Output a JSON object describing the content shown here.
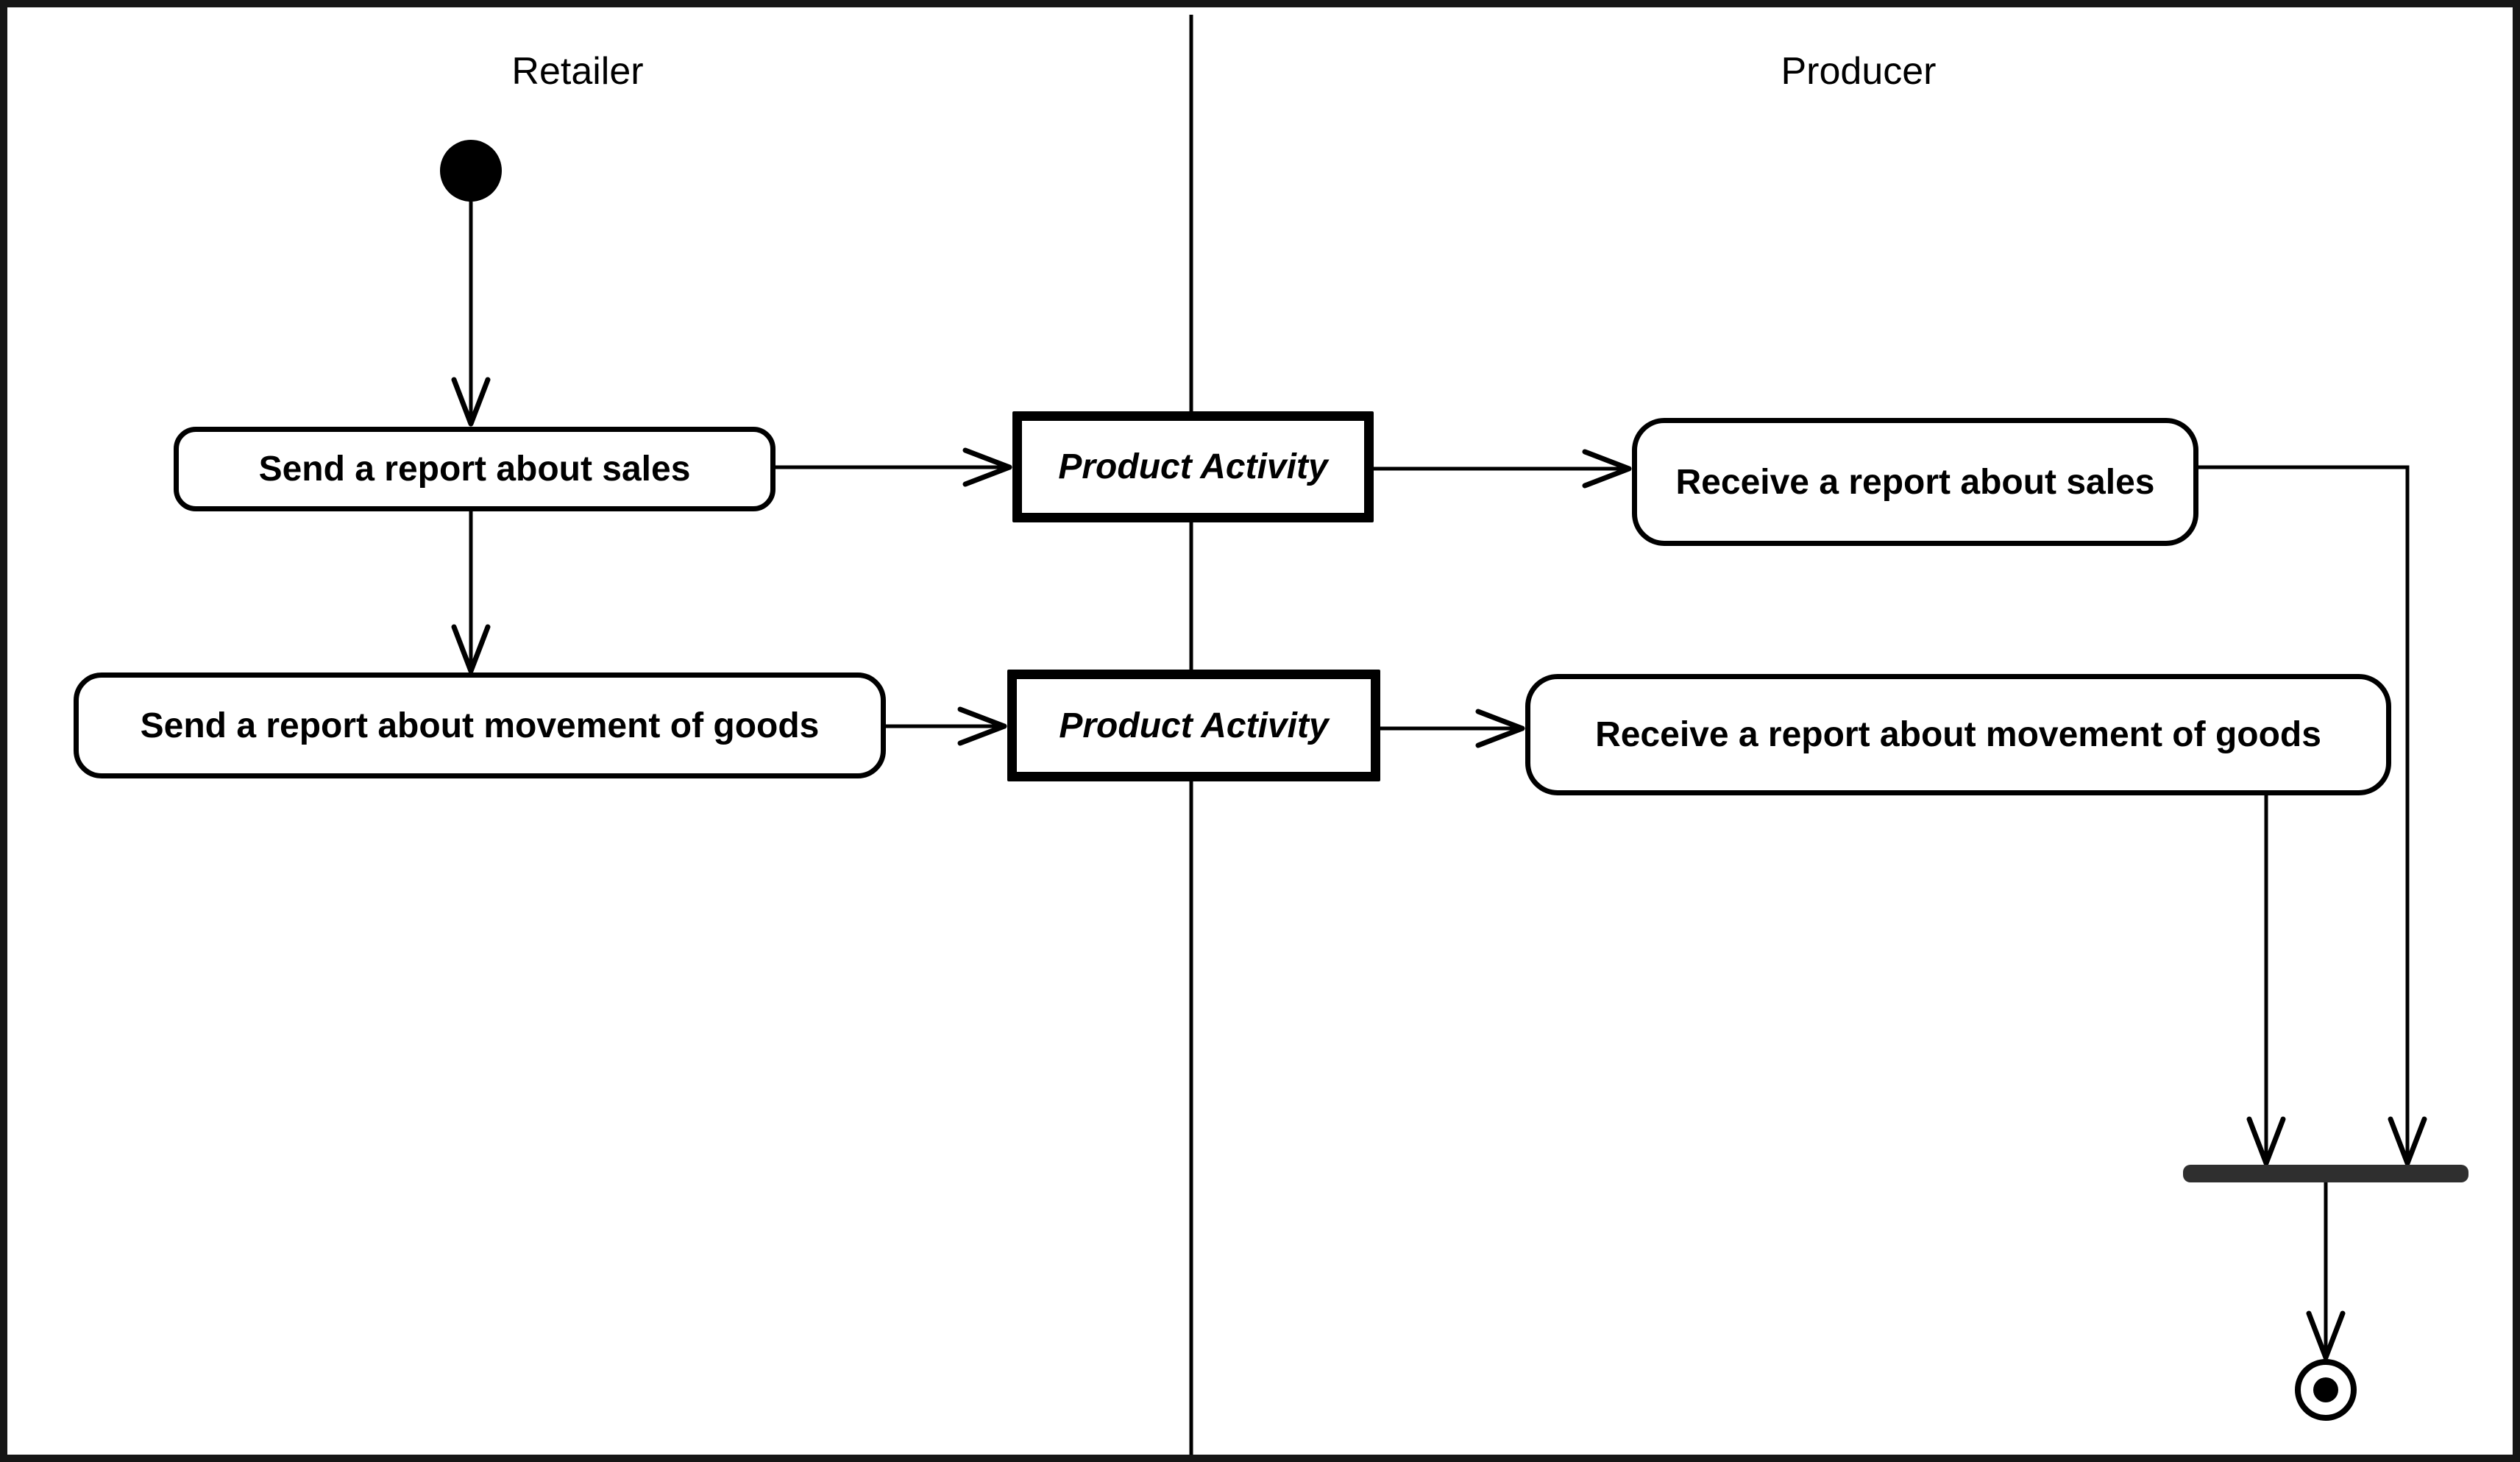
{
  "diagram": {
    "type": "uml-activity-swimlanes",
    "lanes": [
      {
        "name": "Retailer"
      },
      {
        "name": "Producer"
      }
    ],
    "nodes": {
      "initial": {
        "type": "initial-node"
      },
      "send_sales": {
        "label": "Send a report about sales"
      },
      "product_activity_1": {
        "label": "Product Activity"
      },
      "receive_sales": {
        "label": "Receive a report about sales"
      },
      "send_goods": {
        "label": "Send a report about movement of goods"
      },
      "product_activity_2": {
        "label": "Product Activity"
      },
      "receive_goods": {
        "label": "Receive a report about movement of goods"
      },
      "join": {
        "type": "join-synchronization-bar"
      },
      "final": {
        "type": "final-node"
      }
    },
    "colors": {
      "stroke": "#000000",
      "join_bar": "#2f2f2f",
      "border": "#161616",
      "background": "#ffffff"
    }
  }
}
